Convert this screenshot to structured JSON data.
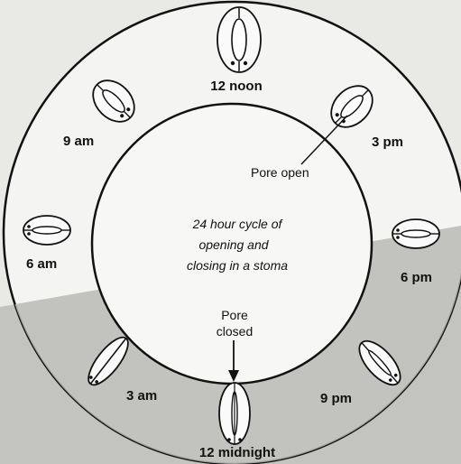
{
  "diagram": {
    "times": {
      "noon": "12 noon",
      "three_pm": "3 pm",
      "six_pm": "6 pm",
      "nine_pm": "9 pm",
      "midnight": "12 midnight",
      "three_am": "3 am",
      "six_am": "6 am",
      "nine_am": "9 am"
    },
    "center": {
      "line1": "24 hour cycle of",
      "line2": "opening and",
      "line3": "closing in a stoma"
    },
    "annotations": {
      "pore_open": "Pore open",
      "pore_closed_1": "Pore",
      "pore_closed_2": "closed"
    },
    "colors": {
      "background": "#e9e9e6",
      "outer_ring": "#f4f4f2",
      "inner_circle": "#f7f7f5",
      "shadow": "#b9b9b5",
      "stroke": "#111111"
    }
  }
}
